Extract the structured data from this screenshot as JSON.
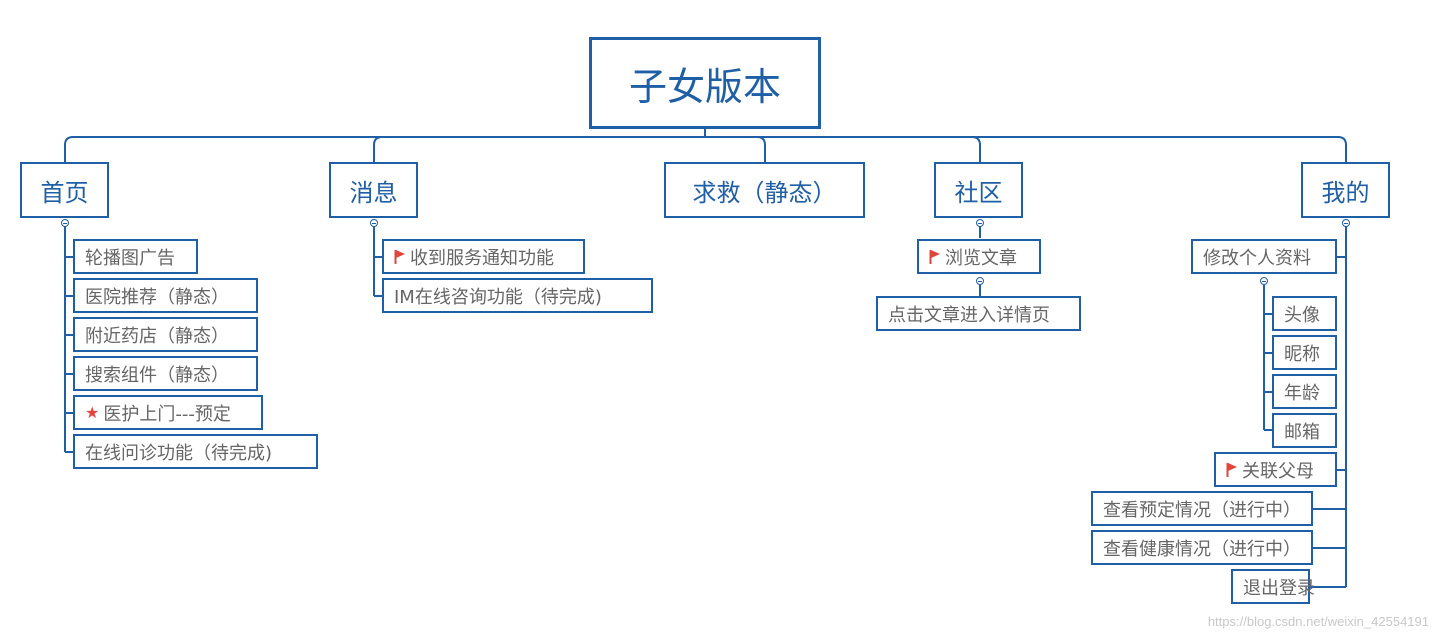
{
  "root": {
    "label": "子女版本"
  },
  "branches": {
    "home": {
      "label": "首页",
      "items": [
        {
          "label": "轮播图广告"
        },
        {
          "label": "医院推荐（静态）"
        },
        {
          "label": "附近药店（静态）"
        },
        {
          "label": "搜索组件（静态）"
        },
        {
          "label": "医护上门---预定",
          "marker": "star"
        },
        {
          "label": "在线问诊功能（待完成)"
        }
      ]
    },
    "messages": {
      "label": "消息",
      "items": [
        {
          "label": "收到服务通知功能",
          "marker": "flag"
        },
        {
          "label": "IM在线咨询功能（待完成)"
        }
      ]
    },
    "rescue": {
      "label": "求救（静态）"
    },
    "community": {
      "label": "社区",
      "items": [
        {
          "label": "浏览文章",
          "marker": "flag"
        },
        {
          "label": "点击文章进入详情页"
        }
      ]
    },
    "mine": {
      "label": "我的",
      "items": [
        {
          "label": "修改个人资料"
        },
        {
          "label": "头像"
        },
        {
          "label": "昵称"
        },
        {
          "label": "年龄"
        },
        {
          "label": "邮箱"
        },
        {
          "label": "关联父母",
          "marker": "flag"
        },
        {
          "label": "查看预定情况（进行中）"
        },
        {
          "label": "查看健康情况（进行中）"
        },
        {
          "label": "退出登录"
        }
      ]
    }
  },
  "colors": {
    "line": "#1f5fa6",
    "marker": "#e2453c"
  },
  "watermark": "https://blog.csdn.net/weixin_42554191"
}
